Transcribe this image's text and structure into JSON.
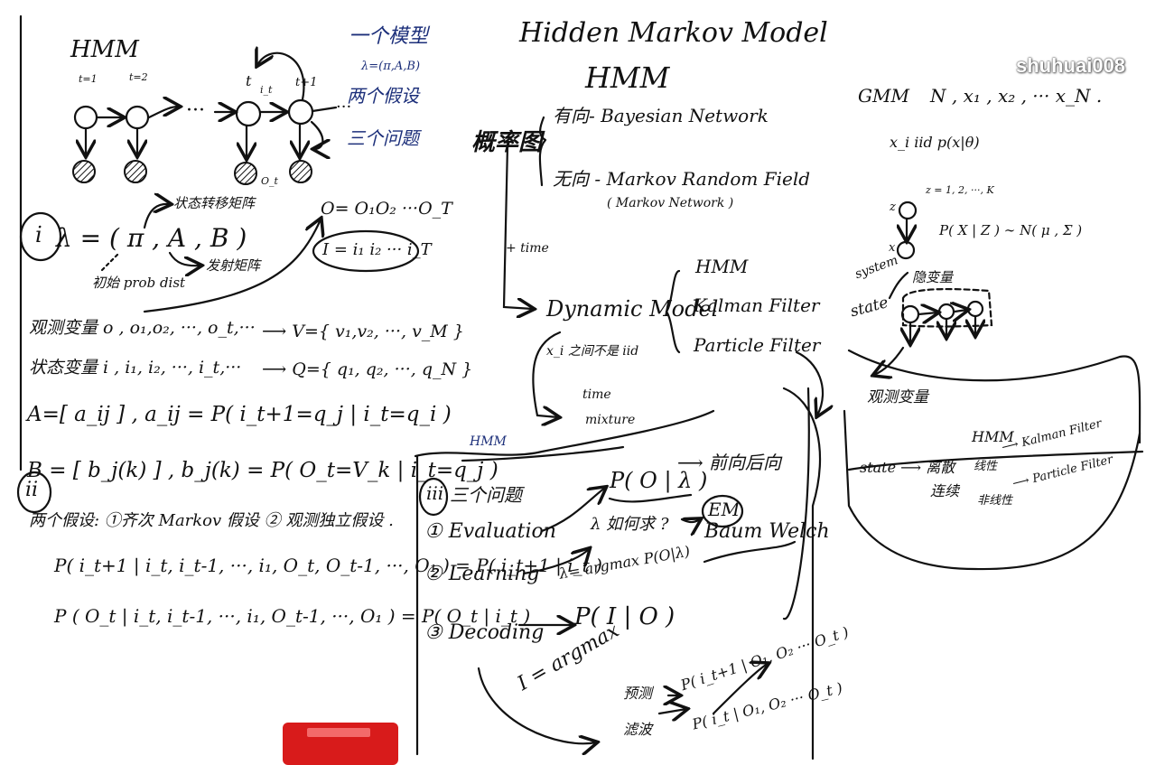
{
  "watermark": "shuhuai008",
  "hmm_title": "Hidden Markov Model",
  "hmm_abbr": "HMM",
  "left": {
    "hmm_label": "HMM",
    "t1": "t=1",
    "t2": "t=2",
    "t": "t",
    "it": "i_t",
    "tp1": "t+1",
    "ot": "O_t",
    "dots": "···",
    "model_label": "一个模型",
    "model_formula": "λ=(π,A,B)",
    "two_assumptions": "两个假设",
    "three_problems": "三个问题",
    "roman_i": "i",
    "lambda_eq": "λ = ( π , A , B )",
    "transfer_matrix": "状态转移矩阵",
    "emit_matrix": "发射矩阵",
    "init_prob": "初始 prob dist",
    "O_seq": "O= O₁O₂ ···O_T",
    "I_seq": "I = i₁ i₂ ··· i_T",
    "obs_var": "观测变量 o , o₁,o₂, ···, o_t,···",
    "obs_set": "⟶ V={ v₁,v₂, ···, v_M }",
    "state_var": "状态变量 i , i₁, i₂, ···, i_t,···",
    "state_set": "⟶ Q={ q₁, q₂, ···, q_N }",
    "A_def": "A=[ a_ij ] ,  a_ij = P( i_t+1=q_j | i_t=q_i )",
    "B_def": "B = [ b_j(k) ] ,  b_j(k) = P( O_t=V_k | i_t=q_j )",
    "roman_ii": "ii",
    "assumptions": "两个假设: ①齐次 Markov 假设 ② 观测独立假设 .",
    "eq1": "P( i_t+1 | i_t, i_t-1, ···, i₁, O_t, O_t-1, ···, O₁ ) = P( i_t+1 | i_t )",
    "eq2": "P ( O_t | i_t, i_t-1, ···, i₁, O_t-1, ···, O₁ ) = P( O_t | i_t )"
  },
  "middle": {
    "prob_graph": "概率图",
    "directed": "有向- Bayesian Network",
    "undirected": "无向 - Markov Random Field",
    "markov_net": "( Markov Network )",
    "plus_time": "+ time",
    "dynamic": "Dynamic  Model",
    "hmm": "HMM",
    "kalman": "Kalman Filter",
    "particle": "Particle Filter",
    "not_iid": "x_i 之间不是 iid",
    "time": "time",
    "mixture": "mixture",
    "box_label": "HMM",
    "roman_iii": "iii",
    "three_q": "三个问题",
    "evaluation": "① Evaluation",
    "p_o_lambda": "P( O | λ )",
    "fwd_bwd": "⟶ 前向后向",
    "learning": "② Learning",
    "lambda_how": "λ 如何求 ?",
    "em": "EM",
    "baum": "Baum  Welch",
    "argmax_lambda": "λ= argmax P(O|λ)",
    "decoding": "③ Decoding",
    "argmax_I": "P( I | O )",
    "I_eq": "I = argmax",
    "predict": "预测",
    "filter": "滤波",
    "p_pred": "P( i_t+1 | O₁, O₂ ··· O_t )",
    "p_filt": "P( i_t | O₁, O₂ ··· O_t )"
  },
  "right": {
    "gmm": "GMM",
    "gmm_seq": "N ,  x₁ , x₂ , ··· x_N .",
    "iid": "x_i  iid  p(x|θ)",
    "z_label": "z",
    "z_range": "z = 1, 2, ···, K",
    "x_label": "x",
    "p_x_z": "P( X | Z ) ∼ N( μ , Σ )",
    "system": "system",
    "state": "state",
    "hidden": "隐变量",
    "observed": "观测变量",
    "state_arrow": "state ⟶ 离散",
    "hmm": "HMM",
    "continuous": "连续",
    "linear": "线性",
    "nonlinear": "非线性",
    "kalman": "⟶ Kalman Filter",
    "particle": "⟶ Particle Filter"
  }
}
